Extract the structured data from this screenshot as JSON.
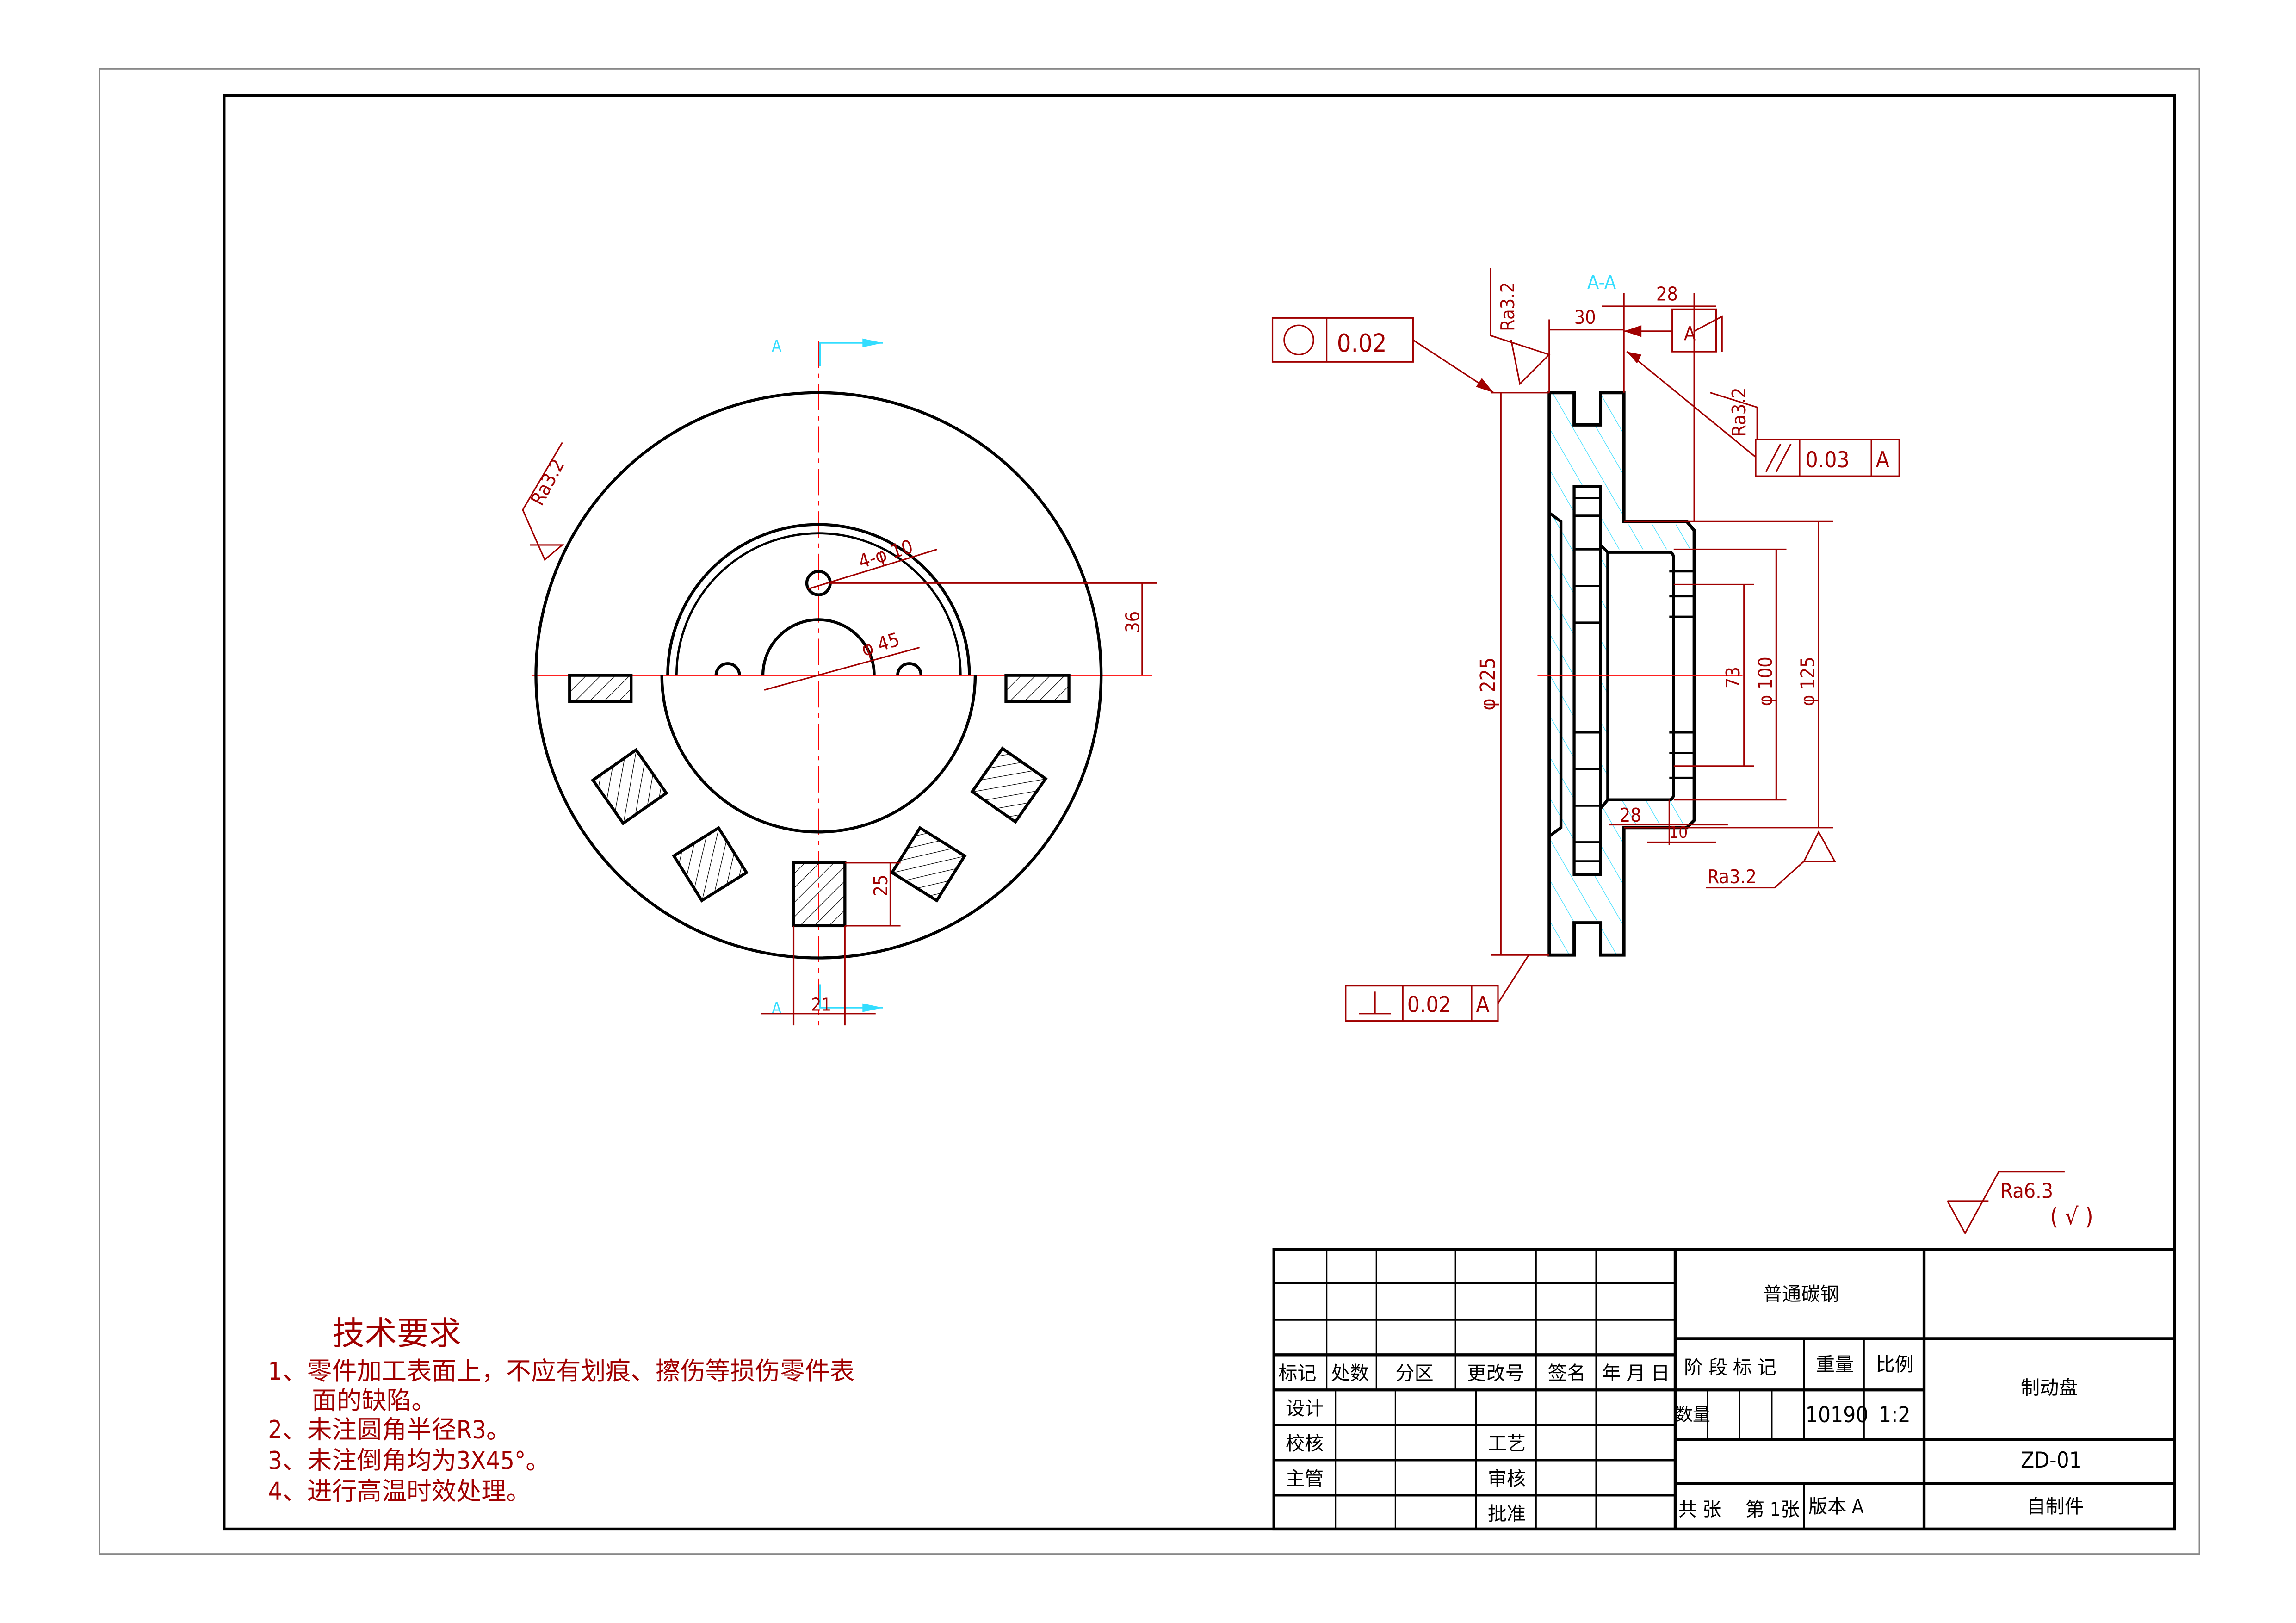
{
  "colors": {
    "dimension": "#a00000",
    "centerline": "#ff0000",
    "section": "#33ddff",
    "outline": "#000000"
  },
  "front_view": {
    "section_marker_top": "A",
    "section_marker_bottom": "A",
    "dim_hole_pattern": "4-φ 10",
    "dim_center_bore": "φ 45",
    "dim_offset": "36",
    "dim_slot_height": "25",
    "dim_slot_width": "21",
    "roughness": "Ra3.2"
  },
  "section_view": {
    "title": "A-A",
    "dim_width": "30",
    "dim_hub_top": "28",
    "dim_hub_bottom": "28",
    "dim_chamfer": "10",
    "dim_73": "73",
    "dim_d100": "φ 100",
    "dim_d125": "φ 125",
    "dim_d225": "φ 225",
    "roughness_left": "Ra3.2",
    "roughness_hub": "Ra3.2",
    "roughness_bottom": "Ra3.2",
    "datum": "A",
    "circularity": {
      "value": "0.02"
    },
    "parallelism": {
      "value": "0.03",
      "datum": "A"
    },
    "perpendicularity": {
      "value": "0.02",
      "datum": "A"
    }
  },
  "general_roughness": {
    "value": "Ra6.3",
    "rest": "( √ )"
  },
  "tech_requirements": {
    "title": "技术要求",
    "items": [
      "1、零件加工表面上，不应有划痕、擦伤等损伤零件表",
      "面的缺陷。",
      "2、未注圆角半径R3。",
      "3、未注倒角均为3X45°。",
      "4、进行高温时效处理。"
    ]
  },
  "title_block": {
    "headers": [
      "标记",
      "处数",
      "分区",
      "更改号",
      "签名",
      "年 月 日"
    ],
    "roles": [
      "设计",
      "校核",
      "主管"
    ],
    "process": "工艺",
    "review": "审核",
    "approve": "批准",
    "material": "普通碳钢",
    "stage_mark": "阶 段 标 记",
    "weight_label": "重量",
    "scale_label": "比例",
    "quantity_label": "数量",
    "weight": "10190",
    "scale": "1:2",
    "sheets": "共 张",
    "sheet_no": "第 1张",
    "version": "版本 A",
    "part_name": "制动盘",
    "drawing_no": "ZD-01",
    "source": "自制件"
  }
}
